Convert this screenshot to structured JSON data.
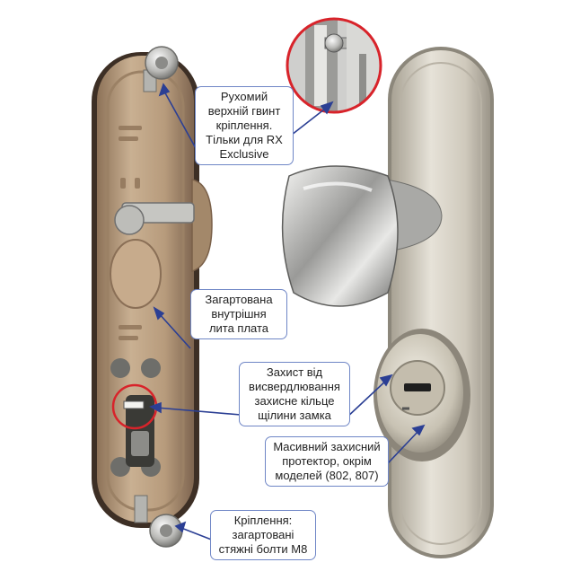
{
  "callouts": {
    "top_screw": [
      "Рухомий",
      "верхній гвинт",
      "кріплення.",
      "Тільки для RX",
      "Exclusive"
    ],
    "plate": [
      "Загартована",
      "внутрішня",
      "лита плата"
    ],
    "ring": [
      "Захист від",
      "висвердлювання",
      "захисне кільце",
      "щілини замка"
    ],
    "protector": [
      "Масивний захисний",
      "протектор, окрім",
      "моделей (802, 807)"
    ],
    "bolts": [
      "Кріплення:",
      "загартовані",
      "стяжні болти М8"
    ]
  },
  "colors": {
    "callout_border": "#6f86c6",
    "leader_line": "#2b3f94",
    "highlight_circle": "#d8232a",
    "back_plate": "#b59a7c",
    "front_plate": "#d7d2c6"
  }
}
